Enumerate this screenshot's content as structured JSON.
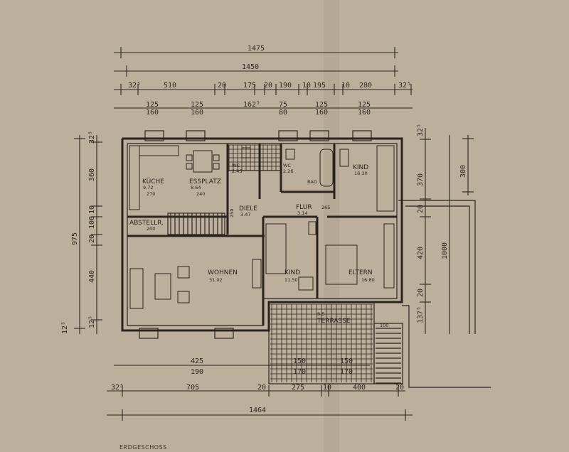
{
  "drawing": {
    "title": "ERDGESCHOSS"
  },
  "dimensions": {
    "top": {
      "overall": "1475",
      "inner": "1450",
      "row3": [
        "32⁵",
        "510",
        "20",
        "175",
        "20",
        "190",
        "10",
        "195",
        "10",
        "280",
        "32⁵"
      ],
      "row4a": [
        "125",
        "125",
        "162⁵",
        "75",
        "125",
        "125"
      ],
      "row4b": [
        "160",
        "160",
        "80",
        "160",
        "160"
      ]
    },
    "bottom": {
      "row1a": [
        "425",
        "150",
        "150"
      ],
      "row1b": [
        "190",
        "170",
        "170"
      ],
      "row2": [
        "32⁵",
        "705",
        "20",
        "275",
        "10",
        "400",
        "20"
      ],
      "overall": "1464"
    },
    "left": {
      "overall": "975",
      "segments": [
        "32⁵",
        "360",
        "10",
        "100",
        "20",
        "440",
        "12⁵"
      ],
      "offset": "12⁵"
    },
    "right": {
      "a": [
        "32⁵",
        "370",
        "20",
        "420",
        "20",
        "137⁵"
      ],
      "b": "300",
      "c": "1000"
    }
  },
  "rooms": {
    "kueche": {
      "name": "KÜCHE",
      "area": "9.72",
      "width": "270"
    },
    "essplatz": {
      "name": "ESSPLATZ",
      "area": "8.64",
      "width": "240"
    },
    "wc1": {
      "name": "WC",
      "area": "2.45"
    },
    "wc2": {
      "name": "WC",
      "area": "2.26"
    },
    "bad": {
      "name": "BAD",
      "area": ""
    },
    "kind1": {
      "name": "KIND",
      "area": "16.30"
    },
    "diele": {
      "name": "DIELE",
      "area": "3.47",
      "height": "250"
    },
    "flur": {
      "name": "FLUR",
      "area": "3.14",
      "width": "265"
    },
    "abstell": {
      "name": "ABSTELLR.",
      "width": "200"
    },
    "wohnen": {
      "name": "WOHNEN",
      "area": "31.02"
    },
    "kind2": {
      "name": "KIND",
      "area": "11.50"
    },
    "eltern": {
      "name": "ELTERN",
      "area": "16.80"
    },
    "terrasse": {
      "name": "TERRASSE",
      "area": "8.5",
      "depth": "100"
    }
  }
}
